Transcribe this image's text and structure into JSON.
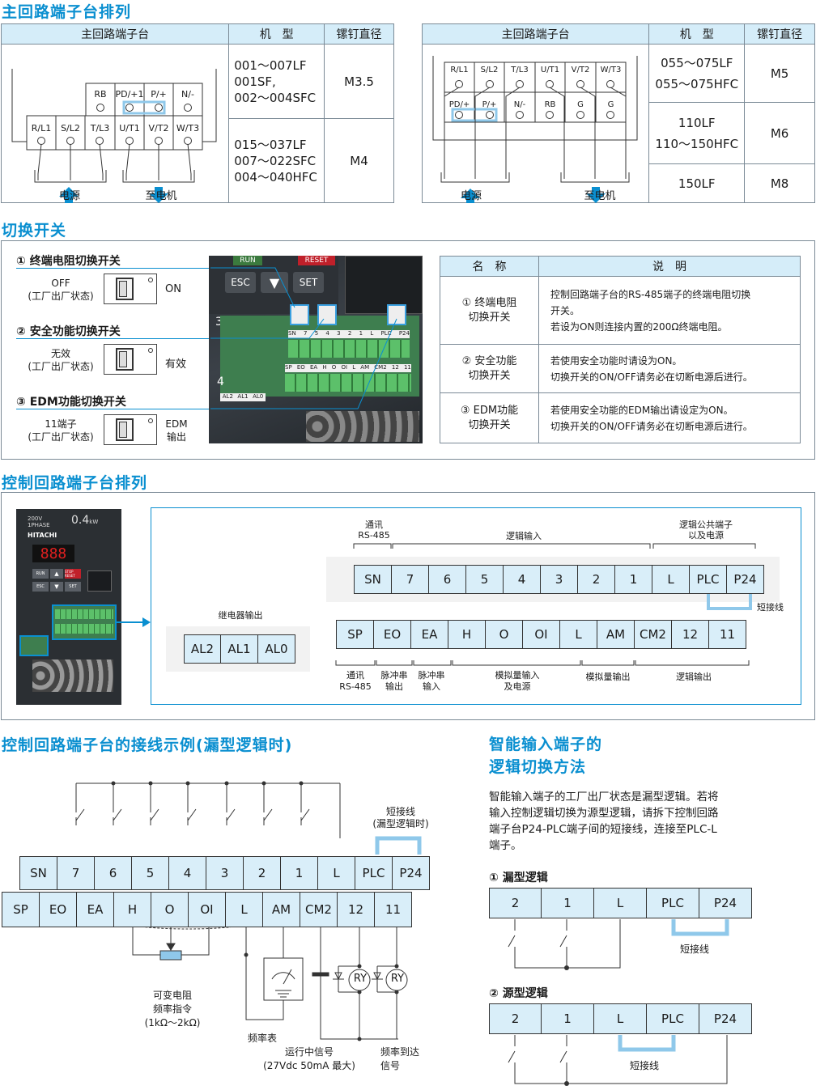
{
  "sections": {
    "main_terminal": "主回路端子台排列",
    "switch": "切换开关",
    "control_terminal": "控制回路端子台排列",
    "wiring_example": "控制回路端子台的接线示例(漏型逻辑时)",
    "logic_switch_line1": "智能输入端子的",
    "logic_switch_line2": "逻辑切换方法"
  },
  "main_left": {
    "headers": [
      "主回路端子台",
      "机　型",
      "镙钉直径"
    ],
    "top_terms": [
      "RB",
      "PD/+1",
      "P/+",
      "N/-"
    ],
    "bottom_terms": [
      "R/L1",
      "S/L2",
      "T/L3",
      "U/T1",
      "V/T2",
      "W/T3"
    ],
    "power": "电源",
    "motor": "至电机",
    "rows": [
      {
        "models": [
          "001～007LF",
          "001SF,",
          "002～004SFC"
        ],
        "screw": "M3.5"
      },
      {
        "models": [
          "015～037LF",
          "007～022SFC",
          "004～040HFC"
        ],
        "screw": "M4"
      }
    ]
  },
  "main_right": {
    "headers": [
      "主回路端子台",
      "机　型",
      "镙钉直径"
    ],
    "top_terms": [
      "R/L1",
      "S/L2",
      "T/L3",
      "U/T1",
      "V/T2",
      "W/T3"
    ],
    "bottom_terms": [
      "PD/+",
      "P/+",
      "N/-",
      "RB",
      "G",
      "G"
    ],
    "power": "电源",
    "motor": "至电机",
    "rows": [
      {
        "models": [
          "055～075LF",
          "055～075HFC"
        ],
        "screw": "M5"
      },
      {
        "models": [
          "110LF",
          "110～150HFC"
        ],
        "screw": "M6"
      },
      {
        "models": [
          "150LF"
        ],
        "screw": "M8"
      }
    ]
  },
  "switches": {
    "items": [
      {
        "title": "① 终端电阻切换开关",
        "left1": "OFF",
        "left2": "(工厂出厂状态)",
        "right": "ON"
      },
      {
        "title": "② 安全功能切换开关",
        "left1": "无效",
        "left2": "(工厂出厂状态)",
        "right": "有效"
      },
      {
        "title": "③ EDM功能切换开关",
        "left1": "11端子",
        "left2": "(工厂出厂状态)",
        "right1": "EDM",
        "right2": "输出"
      }
    ],
    "photo": {
      "buttons": [
        "ESC",
        "SET",
        "RESET",
        "RUN"
      ],
      "sw_labels_top": [
        "SN",
        "7",
        "5",
        "4",
        "3",
        "2",
        "1",
        "L",
        "PLC",
        "P24"
      ],
      "sw_labels_bottom": [
        "SP",
        "EO",
        "EA",
        "H",
        "O",
        "OI",
        "L",
        "AM",
        "CM2",
        "12",
        "11"
      ],
      "relay": [
        "AL2",
        "AL1",
        "AL0"
      ],
      "nums": [
        "3",
        "4"
      ]
    },
    "table": {
      "headers": [
        "名　称",
        "说　明"
      ],
      "rows": [
        {
          "name": [
            "① 终端电阻",
            "切换开关"
          ],
          "desc": [
            "控制回路端子台的RS-485端子的终端电阻切换",
            "开关。",
            "若设为ON则连接内置的200Ω终端电阻。"
          ]
        },
        {
          "name": [
            "② 安全功能",
            "切换开关"
          ],
          "desc": [
            "若使用安全功能时请设为ON。",
            "切换开关的ON/OFF请务必在切断电源后进行。"
          ]
        },
        {
          "name": [
            "③ EDM功能",
            "切换开关"
          ],
          "desc": [
            "若使用安全功能的EDM输出请设定为ON。",
            "切换开关的ON/OFF请务必在切断电源后进行。"
          ]
        }
      ]
    }
  },
  "control": {
    "device": {
      "voltage": "200V",
      "phase": "1PHASE",
      "cap": "0.4",
      "unit": "kW",
      "brand": "HITACHI",
      "display": "888",
      "keys": [
        "RUN",
        "STOP RESET",
        "ESC",
        "SET"
      ]
    },
    "top_labels": {
      "comm": [
        "通讯",
        "RS-485"
      ],
      "logic_in": "逻辑输入",
      "common": [
        "逻辑公共端子",
        "以及电源"
      ]
    },
    "top_row": [
      "SN",
      "7",
      "6",
      "5",
      "4",
      "3",
      "2",
      "1",
      "L",
      "PLC",
      "P24"
    ],
    "bottom_row": [
      "SP",
      "EO",
      "EA",
      "H",
      "O",
      "OI",
      "L",
      "AM",
      "CM2",
      "12",
      "11"
    ],
    "jumper": "短接线",
    "relay_title": "继电器输出",
    "relay": [
      "AL2",
      "AL1",
      "AL0"
    ],
    "bottom_labels": {
      "comm": [
        "通讯",
        "RS-485"
      ],
      "pulse_out": [
        "脉冲串",
        "输出"
      ],
      "pulse_in": [
        "脉冲串",
        "输入"
      ],
      "analog_in": [
        "模拟量输入",
        "及电源"
      ],
      "analog_out": "模拟量输出",
      "logic_out": "逻辑输出"
    }
  },
  "wiring": {
    "top_row": [
      "SN",
      "7",
      "6",
      "5",
      "4",
      "3",
      "2",
      "1",
      "L",
      "PLC",
      "P24"
    ],
    "bottom_row": [
      "SP",
      "EO",
      "EA",
      "H",
      "O",
      "OI",
      "L",
      "AM",
      "CM2",
      "12",
      "11"
    ],
    "jumper": [
      "短接线",
      "(漏型逻辑时)"
    ],
    "resistor": [
      "可变电阻",
      "频率指令",
      "(1kΩ～2kΩ)"
    ],
    "meter": "频率表",
    "running": [
      "运行中信号",
      "(27Vdc 50mA 最大)"
    ],
    "arrival": [
      "频率到达",
      "信号"
    ],
    "ry": "RY"
  },
  "logic": {
    "desc": [
      "智能输入端子的工厂出厂状态是漏型逻辑。若将",
      "输入控制逻辑切换为源型逻辑，请拆下控制回路",
      "端子台P24-PLC端子间的短接线，连接至PLC-L",
      "端子。"
    ],
    "sink_title": "① 漏型逻辑",
    "source_title": "② 源型逻辑",
    "cells": [
      "2",
      "1",
      "L",
      "PLC",
      "P24"
    ],
    "jumper": "短接线"
  }
}
